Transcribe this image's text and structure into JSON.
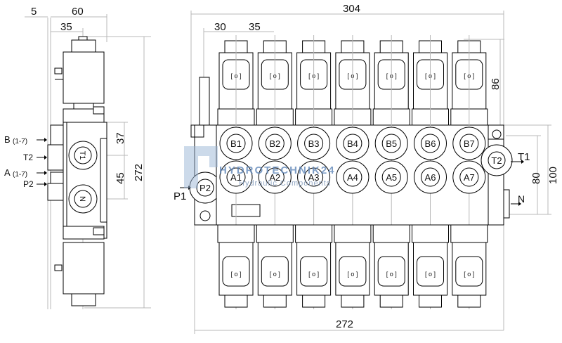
{
  "side_view": {
    "dims": {
      "offset": "5",
      "width": "60",
      "axis": "35",
      "height": "272",
      "upper": "37",
      "lower": "45"
    },
    "port_labels": [
      {
        "name": "B",
        "range": "(1-7)"
      },
      {
        "name": "T2",
        "range": ""
      },
      {
        "name": "A",
        "range": "(1-7)"
      },
      {
        "name": "P2",
        "range": ""
      }
    ],
    "ports": [
      "T1",
      "N"
    ]
  },
  "front_view": {
    "dims": {
      "total_width": "304",
      "first_offset": "30",
      "pitch": "35",
      "coil_height": "86",
      "body_width": "272",
      "port_spacing": "80",
      "body_height": "100"
    },
    "sections": [
      {
        "b": "B1",
        "a": "A1"
      },
      {
        "b": "B2",
        "a": "A2"
      },
      {
        "b": "B3",
        "a": "A3"
      },
      {
        "b": "B4",
        "a": "A4"
      },
      {
        "b": "B5",
        "a": "A5"
      },
      {
        "b": "B6",
        "a": "A6"
      },
      {
        "b": "B7",
        "a": "A7"
      }
    ],
    "inlet_port": "P2",
    "inlet_label": "P1",
    "tank_port": "T2",
    "tank_label": "T1",
    "neutral_label": "N"
  },
  "watermark": {
    "brand": "HYDROTECHNIK24",
    "tagline": "Hydraulic Components"
  }
}
